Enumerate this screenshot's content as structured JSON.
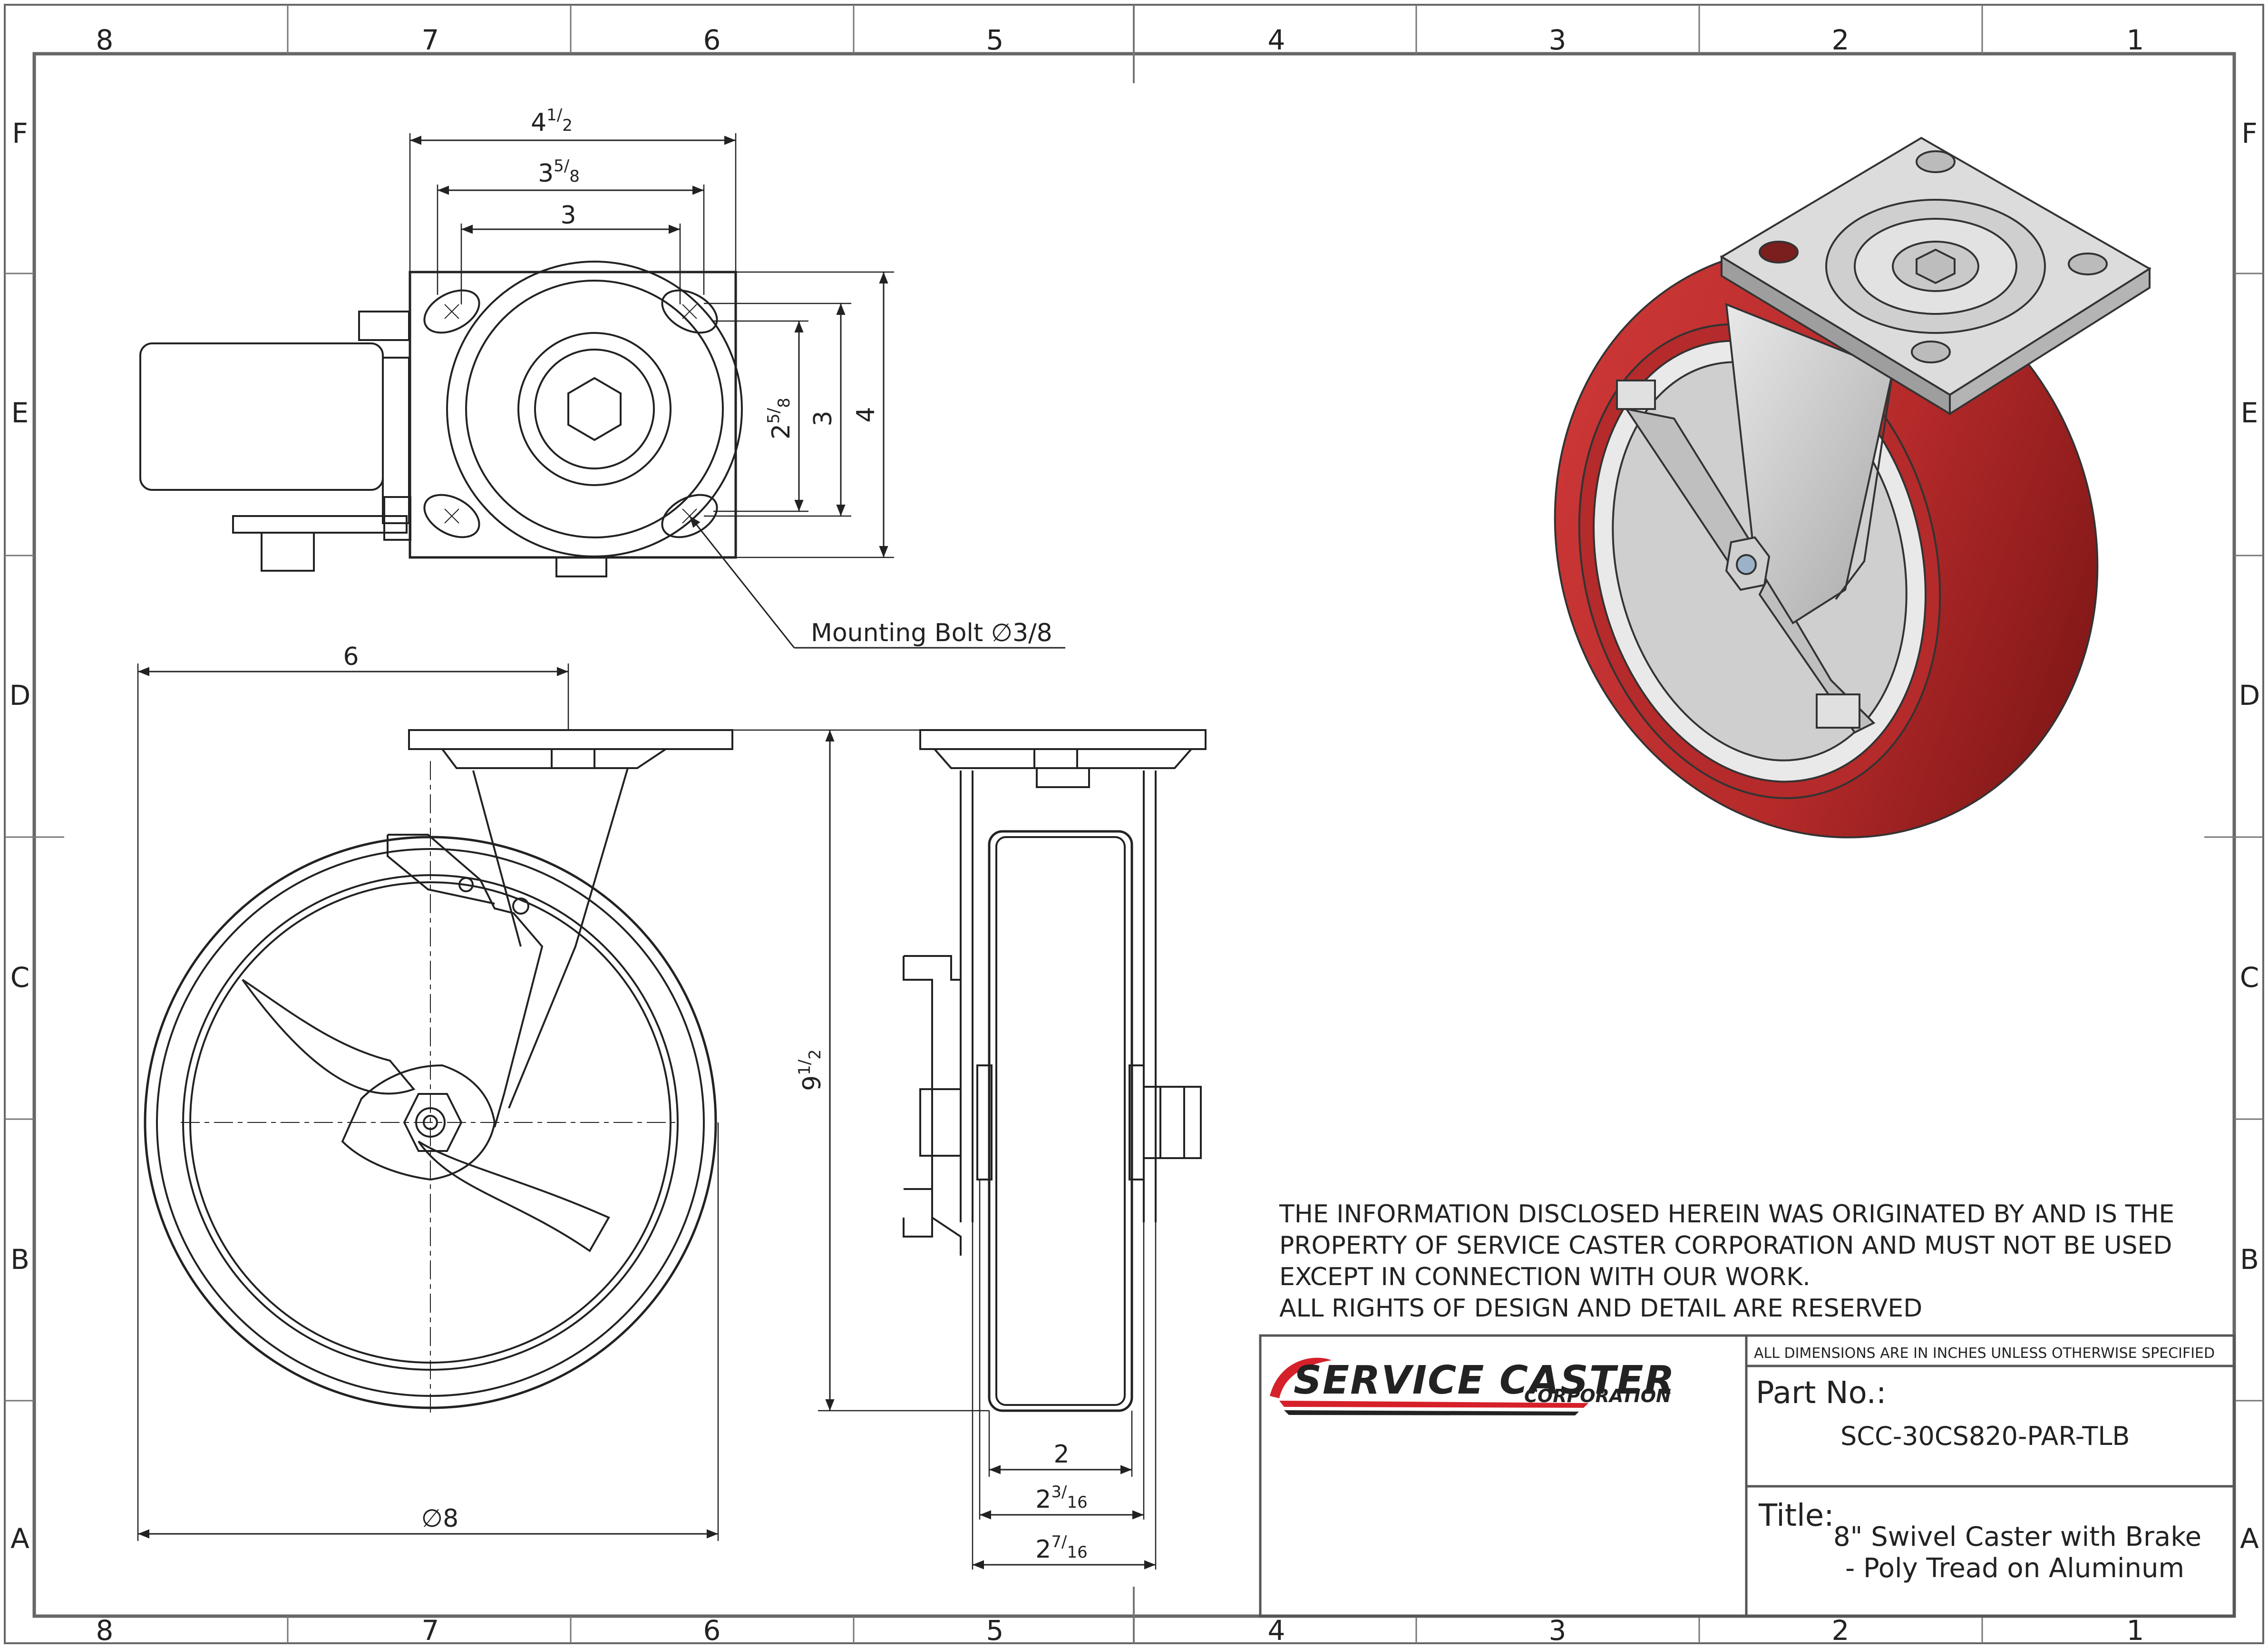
{
  "zone_columns": [
    "8",
    "7",
    "6",
    "5",
    "4",
    "3",
    "2",
    "1"
  ],
  "zone_rows": [
    "F",
    "E",
    "D",
    "C",
    "B",
    "A"
  ],
  "top_view": {
    "dim_width_whole": "4",
    "dim_width_frac_num": "1",
    "dim_width_frac_den": "2",
    "dim_slot_outer_whole": "3",
    "dim_slot_outer_frac_num": "5",
    "dim_slot_outer_frac_den": "8",
    "dim_bolt_x": "3",
    "dim_slot_v_whole": "2",
    "dim_slot_v_frac_num": "5",
    "dim_slot_v_frac_den": "8",
    "dim_bolt_y": "3",
    "dim_height": "4",
    "callout_text": "Mounting Bolt",
    "callout_diameter_symbol": "∅",
    "callout_value": "3/8"
  },
  "side_view": {
    "dim_offset": "6",
    "dim_diameter_symbol": "∅",
    "dim_diameter": "8"
  },
  "front_view": {
    "dim_height_whole": "9",
    "dim_height_frac_num": "1",
    "dim_height_frac_den": "2",
    "dim_tread": "2",
    "dim_hub_whole": "2",
    "dim_hub_frac_num": "3",
    "dim_hub_frac_den": "16",
    "dim_overall_whole": "2",
    "dim_overall_frac_num": "7",
    "dim_overall_frac_den": "16"
  },
  "notice": {
    "lines": [
      "THE INFORMATION DISCLOSED HEREIN WAS ORIGINATED BY AND IS THE",
      "PROPERTY OF SERVICE CASTER CORPORATION AND MUST NOT BE USED",
      "EXCEPT IN CONNECTION WITH OUR WORK.",
      "ALL RIGHTS OF DESIGN AND DETAIL ARE RESERVED"
    ]
  },
  "title_block": {
    "logo_top": "SERVICE CASTER",
    "logo_bottom": "CORPORATION",
    "dimensions_note": "ALL DIMENSIONS ARE IN INCHES UNLESS OTHERWISE SPECIFIED",
    "part_label": "Part No.:",
    "part_number": "SCC-30CS820-PAR-TLB",
    "title_label": "Title:",
    "title_line1": "8\" Swivel Caster with Brake",
    "title_line2": "- Poly Tread on Aluminum"
  },
  "colors": {
    "line": "#222222",
    "frame": "#555555",
    "tread_red": "#b52a2a",
    "tread_dark": "#7e1414",
    "steel": "#c9c9c9",
    "logo_red": "#d6202a"
  }
}
